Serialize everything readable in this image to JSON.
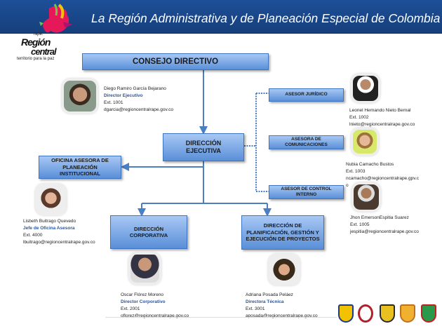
{
  "header": {
    "title": "La Región Administrativa  y de Planeación Especial de Colombia"
  },
  "logo": {
    "top": "rape.",
    "line1": "Región",
    "line2": "central",
    "tagline": "territorio para la paz"
  },
  "boxes": {
    "consejo": "CONSEJO DIRECTIVO",
    "ejecutiva": "DIRECCIÓN EJECUTIVA",
    "planeacion": "OFICINA ASESORA DE PLANEACIÓN INSTITUCIONAL",
    "juridico": "ASESOR JURÍDICO",
    "comunicaciones": "ASESORA DE COMUNICACIONES",
    "control": "ASESOR DE CONTROL INTERNO",
    "corporativa": "DIRECCIÓN CORPORATIVA",
    "planificacion": "DIRECCIÓN DE PLANIFICACIÓN, GESTIÓN Y EJECUCIÓN DE PROYECTOS"
  },
  "people": {
    "diego": {
      "name": "Diego Ramiro García Bejarano",
      "role": "Director Ejecutivo",
      "ext": "Ext. 1001",
      "email": "dgarcia@regioncentralrape.gov.co"
    },
    "leonel": {
      "name": "Leonel Hernando Nieto Bernal",
      "ext": "Ext. 1002",
      "email": "lnieto@regioncentralrape.gov.co"
    },
    "nubia": {
      "name": "Nubia Camacho Bustos",
      "ext": "Ext. 1003",
      "email": "ncamacho@regioncentralrape.gpv.c",
      "email_wrap": "o"
    },
    "jhon": {
      "name": "Jhon EmersonEspitia Suarez",
      "ext": "Ext. 1005",
      "email": "jespitia@regioncentralrape.gov.co"
    },
    "lisbeth": {
      "name": "Lisbeth Buitrago Quevedo",
      "role": "Jefe de Oficina Asesora",
      "ext": "Ext. 4000",
      "email": "lbuitrago@regioncentralrape.gov.co"
    },
    "oscar": {
      "name": "Oscar Flórez Moreno",
      "role": "Director Corporativo",
      "ext": "Ext. 2001",
      "email": "oflorez@regioncentralrape.gov.co"
    },
    "adriana": {
      "name": "Adriana Posada Peláez",
      "role": "Directora Técnica",
      "ext": "Ext. 3001",
      "email": "aposada@regioncentralrape.gov.co"
    }
  },
  "colors": {
    "header": "#1d4f98",
    "box": "#5a8fd8",
    "line": "#4a7fc4",
    "role": "#2a56a0"
  }
}
